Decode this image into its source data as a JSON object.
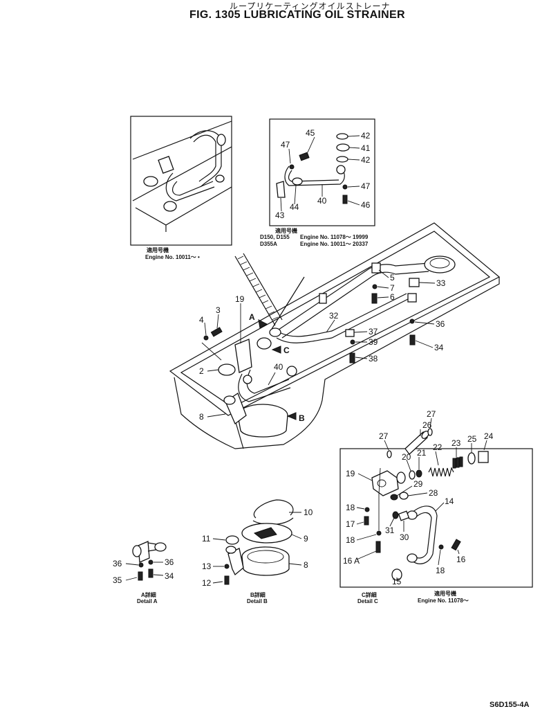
{
  "header": {
    "title_jp": "ループリケーティングオイルストレーナ",
    "title_en": "FIG. 1305  LUBRICATING OIL STRAINER",
    "drawing_code": "S6D155-4A"
  },
  "insets": {
    "top_left": {
      "serial_jp": "適用号機",
      "serial": "Engine No. 10011～ •"
    },
    "top_center": {
      "serial_jp": "適用号機",
      "models_1": "D150, D155",
      "serial_1": "Engine No. 11078～ 19999",
      "models_2": "D355A",
      "serial_2": "Engine No. 10011～ 20337"
    },
    "detail_a": {
      "label_jp": "A詳細",
      "label": "Detail A"
    },
    "detail_b": {
      "label_jp": "B詳細",
      "label": "Detail B"
    },
    "detail_c": {
      "label_jp": "C詳細",
      "label": "Detail C",
      "serial_jp": "適用号機",
      "serial": "Engine No. 11078～"
    }
  },
  "view_arrows": {
    "a": "A",
    "b": "B",
    "c": "C"
  },
  "callouts": {
    "top_center": [
      "45",
      "47",
      "42",
      "41",
      "42",
      "47",
      "46",
      "40",
      "44",
      "43"
    ],
    "main": [
      "5",
      "7",
      "33",
      "6",
      "36",
      "34",
      "32",
      "37",
      "39",
      "38",
      "19",
      "3",
      "4",
      "2",
      "40",
      "8"
    ],
    "detail_a": [
      "36",
      "36",
      "35",
      "34"
    ],
    "detail_b": [
      "10",
      "11",
      "9",
      "13",
      "8",
      "12"
    ],
    "detail_c": [
      "26",
      "27",
      "27",
      "20",
      "21",
      "22",
      "23",
      "25",
      "24",
      "19",
      "29",
      "28",
      "14",
      "18",
      "17",
      "31",
      "30",
      "18",
      "16 A",
      "16",
      "18",
      "15"
    ]
  }
}
